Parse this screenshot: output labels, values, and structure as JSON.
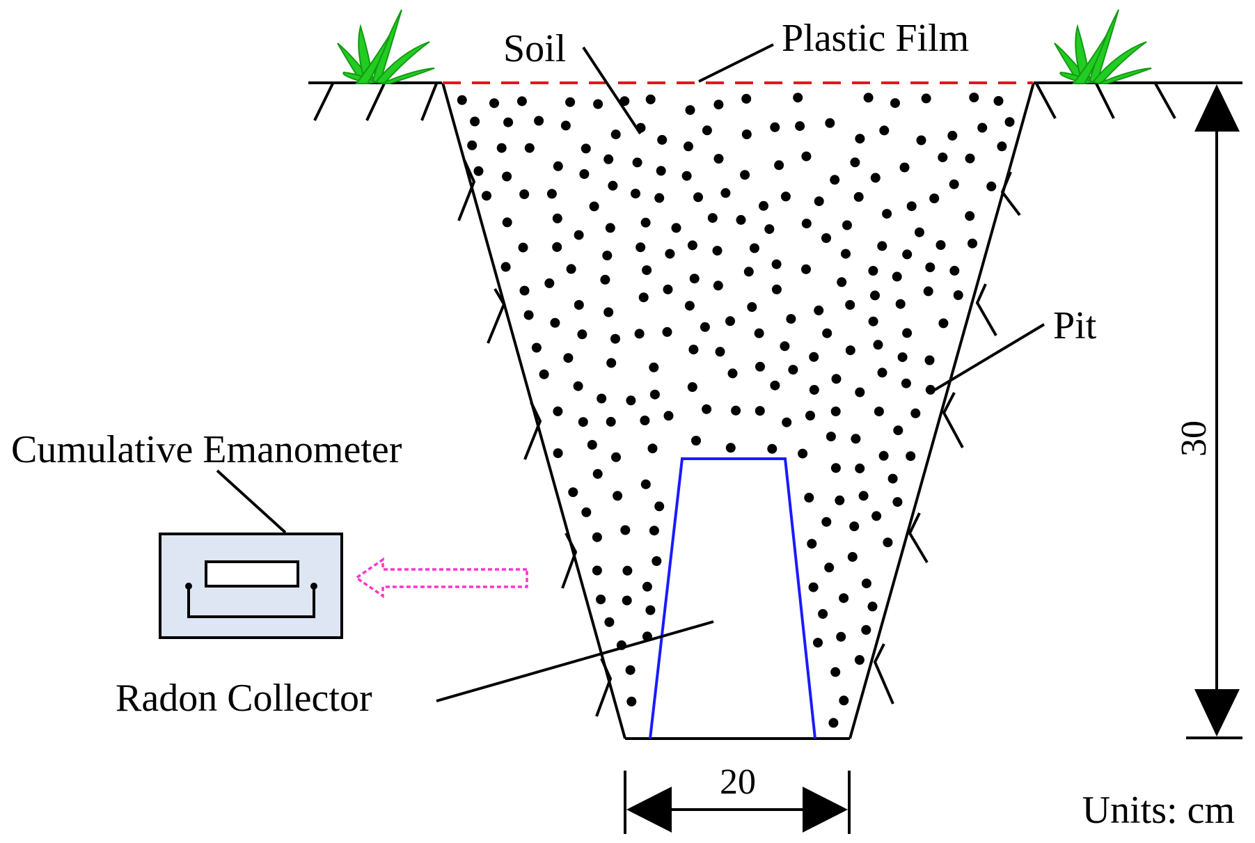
{
  "labels": {
    "soil": "Soil",
    "plastic_film": "Plastic Film",
    "pit": "Pit",
    "cumulative_emanometer": "Cumulative Emanometer",
    "radon_collector": "Radon Collector",
    "width_dimension": "20",
    "depth_dimension": "30",
    "units": "Units: cm"
  },
  "colors": {
    "plastic_film": "#e8141c",
    "radon_collector": "#1a1aff",
    "flow_arrow": "#ff33cc",
    "emanometer_fill": "#dde6f2",
    "grass": "#22cc22",
    "soil_particles": "#000000",
    "lines": "#000000"
  },
  "icons": {
    "grass_left": "grass-icon",
    "grass_right": "grass-icon",
    "emanometer_device": "device-icon",
    "radon_flow_arrow": "dashed-left-arrow-icon"
  }
}
